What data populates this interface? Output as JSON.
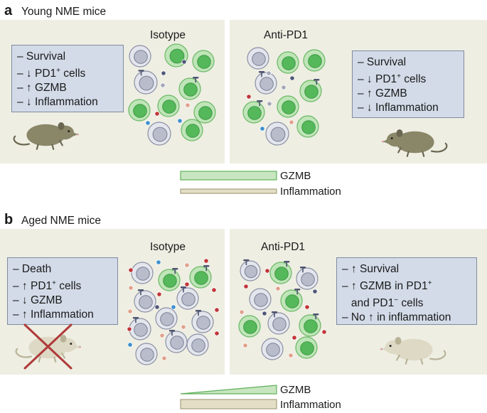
{
  "panel_a": {
    "letter": "a",
    "title": "Young NME mice",
    "isotype_title": "Isotype",
    "antipd1_title": "Anti-PD1",
    "isotype_box": {
      "lines": [
        {
          "pre": "– Survival",
          "sup": "",
          "post": ""
        },
        {
          "pre": "– ↓ PD1",
          "sup": "+",
          "post": " cells"
        },
        {
          "pre": "– ↑ GZMB",
          "sup": "",
          "post": ""
        },
        {
          "pre": "– ↓ Inflammation",
          "sup": "",
          "post": ""
        }
      ]
    },
    "antipd1_box": {
      "lines": [
        {
          "pre": "– Survival",
          "sup": "",
          "post": ""
        },
        {
          "pre": "– ↓ PD1",
          "sup": "+",
          "post": " cells"
        },
        {
          "pre": "– ↑ GZMB",
          "sup": "",
          "post": ""
        },
        {
          "pre": "– ↓ Inflammation",
          "sup": "",
          "post": ""
        }
      ]
    },
    "legend": {
      "gzmb": "GZMB",
      "inflammation": "Inflammation"
    }
  },
  "panel_b": {
    "letter": "b",
    "title": "Aged NME mice",
    "isotype_title": "Isotype",
    "antipd1_title": "Anti-PD1",
    "isotype_box": {
      "lines": [
        {
          "pre": "– Death",
          "sup": "",
          "post": ""
        },
        {
          "pre": "– ↑ PD1",
          "sup": "+",
          "post": " cells"
        },
        {
          "pre": "– ↓ GZMB",
          "sup": "",
          "post": ""
        },
        {
          "pre": "– ↑ Inflammation",
          "sup": "",
          "post": ""
        }
      ]
    },
    "antipd1_box": {
      "lines": [
        {
          "pre": "– ↑ Survival",
          "sup": "",
          "post": ""
        },
        {
          "pre": "– ↑ GZMB in PD1",
          "sup": "+",
          "post": ""
        },
        {
          "pre": "   and PD1",
          "sup": "−",
          "post": " cells"
        },
        {
          "pre": "– No ↑ in inflammation",
          "sup": "",
          "post": ""
        }
      ]
    },
    "legend": {
      "gzmb": "GZMB",
      "inflammation": "Inflammation"
    }
  },
  "colors": {
    "background": "#eeeee3",
    "text_box": "#d3dbe8",
    "green_cell": "#55b85a",
    "grey_cell": "#b8bccb",
    "mouse": "#8a8668",
    "aged_mouse": "#ddd9c4",
    "cross": "#b03a3a"
  },
  "icons": [
    "mouse-icon",
    "t-cell-icon",
    "pd1-receptor-icon",
    "cytokine-dot-icon",
    "death-cross-icon"
  ]
}
